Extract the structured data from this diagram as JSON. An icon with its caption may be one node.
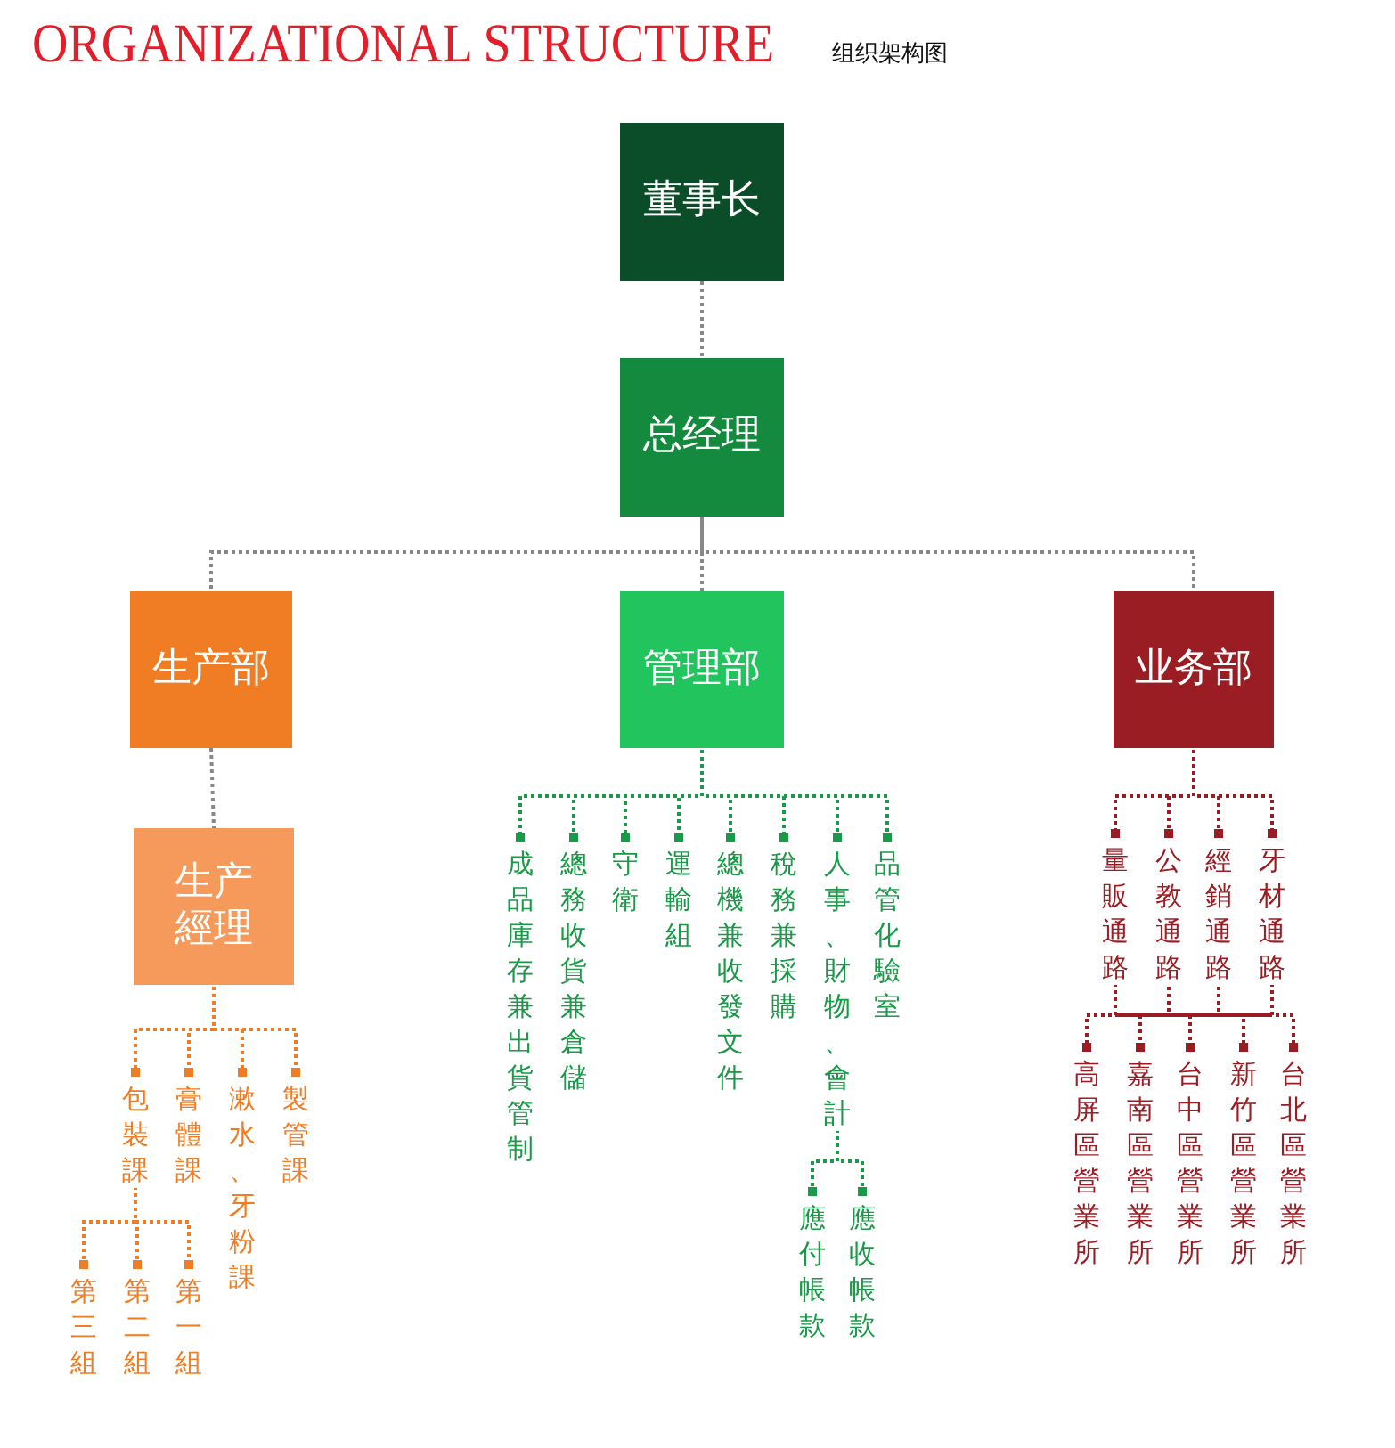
{
  "diagram": {
    "title": "ORGANIZATIONAL STRUCTURE",
    "labels": [
      "组织架构图"
    ],
    "nodes": [
      {
        "text": [
          "董事长"
        ]
      },
      {
        "text": [
          "总经理"
        ]
      },
      {
        "text": [
          "生产部"
        ]
      },
      {
        "text": [
          "管理部"
        ]
      },
      {
        "text": [
          "业务部"
        ]
      },
      {
        "text": [
          "生产經理"
        ]
      },
      {
        "text": [
          "包裝課"
        ]
      },
      {
        "text": [
          "膏體課"
        ]
      },
      {
        "text": [
          "漱水、牙粉課"
        ]
      },
      {
        "text": [
          "製管課"
        ]
      },
      {
        "text": [
          "第三組"
        ]
      },
      {
        "text": [
          "第二組"
        ]
      },
      {
        "text": [
          "第一組"
        ]
      },
      {
        "text": [
          "成品庫存兼出貨管制"
        ]
      },
      {
        "text": [
          "總務收貨兼倉儲"
        ]
      },
      {
        "text": [
          "守衛"
        ]
      },
      {
        "text": [
          "運輸組"
        ]
      },
      {
        "text": [
          "總機兼收發文件"
        ]
      },
      {
        "text": [
          "稅務兼採購"
        ]
      },
      {
        "text": [
          "人事、財物、會計"
        ]
      },
      {
        "text": [
          "品管化驗室"
        ]
      },
      {
        "text": [
          "應付帳款"
        ]
      },
      {
        "text": [
          "應收帳款"
        ]
      },
      {
        "text": [
          "量販通路"
        ]
      },
      {
        "text": [
          "公教通路"
        ]
      },
      {
        "text": [
          "經銷通路"
        ]
      },
      {
        "text": [
          "牙材通路"
        ]
      },
      {
        "text": [
          "高屏區營業所"
        ]
      },
      {
        "text": [
          "嘉南區營業所"
        ]
      },
      {
        "text": [
          "台中區營業所"
        ]
      },
      {
        "text": [
          "新竹區營業所"
        ]
      },
      {
        "text": [
          "台北區營業所"
        ]
      }
    ],
    "edges": [
      {
        "from": 0,
        "to": 1,
        "arrow": "none",
        "color": "#888888"
      },
      {
        "from": 1,
        "to": 2,
        "arrow": "none",
        "color": "#888888"
      },
      {
        "from": 1,
        "to": 3,
        "arrow": "none",
        "color": "#888888"
      },
      {
        "from": 1,
        "to": 4,
        "arrow": "none",
        "color": "#888888"
      },
      {
        "from": 2,
        "to": 5,
        "arrow": "none",
        "color": "#888888"
      },
      {
        "from": 5,
        "to": 6,
        "arrow": "other",
        "color": "#f07d24"
      },
      {
        "from": 5,
        "to": 7,
        "arrow": "other",
        "color": "#f07d24"
      },
      {
        "from": 5,
        "to": 8,
        "arrow": "other",
        "color": "#f07d24"
      },
      {
        "from": 5,
        "to": 9,
        "arrow": "other",
        "color": "#f07d24"
      },
      {
        "from": 6,
        "to": 10,
        "arrow": "other",
        "color": "#f07d24"
      },
      {
        "from": 6,
        "to": 11,
        "arrow": "other",
        "color": "#f07d24"
      },
      {
        "from": 6,
        "to": 12,
        "arrow": "other",
        "color": "#f07d24"
      },
      {
        "from": 3,
        "to": 13,
        "arrow": "other",
        "color": "#1a9a48"
      },
      {
        "from": 3,
        "to": 14,
        "arrow": "other",
        "color": "#1a9a48"
      },
      {
        "from": 3,
        "to": 15,
        "arrow": "other",
        "color": "#1a9a48"
      },
      {
        "from": 3,
        "to": 16,
        "arrow": "other",
        "color": "#1a9a48"
      },
      {
        "from": 3,
        "to": 17,
        "arrow": "other",
        "color": "#1a9a48"
      },
      {
        "from": 3,
        "to": 18,
        "arrow": "other",
        "color": "#1a9a48"
      },
      {
        "from": 3,
        "to": 19,
        "arrow": "other",
        "color": "#1a9a48"
      },
      {
        "from": 3,
        "to": 20,
        "arrow": "other",
        "color": "#1a9a48"
      },
      {
        "from": 19,
        "to": 21,
        "arrow": "other",
        "color": "#1a9a48"
      },
      {
        "from": 19,
        "to": 22,
        "arrow": "other",
        "color": "#1a9a48"
      },
      {
        "from": 4,
        "to": 23,
        "arrow": "other"
      },
      {
        "from": 4,
        "to": 24,
        "arrow": "other"
      },
      {
        "from": 4,
        "to": 25,
        "arrow": "other"
      },
      {
        "from": 4,
        "to": 26,
        "arrow": "other"
      },
      {
        "from": 23,
        "to": 27,
        "arrow": "other"
      },
      {
        "from": 23,
        "to": 28,
        "arrow": "other"
      },
      {
        "from": 23,
        "to": 29,
        "arrow": "other"
      },
      {
        "from": 23,
        "to": 30,
        "arrow": "other"
      },
      {
        "from": 23,
        "to": 31,
        "arrow": "other"
      },
      {
        "from": 24,
        "to": 27,
        "arrow": "other"
      },
      {
        "from": 24,
        "to": 28,
        "arrow": "other"
      },
      {
        "from": 24,
        "to": 29,
        "arrow": "other"
      },
      {
        "from": 24,
        "to": 30,
        "arrow": "other"
      },
      {
        "from": 24,
        "to": 31,
        "arrow": "other"
      },
      {
        "from": 25,
        "to": 27,
        "arrow": "other"
      },
      {
        "from": 25,
        "to": 28,
        "arrow": "other"
      },
      {
        "from": 25,
        "to": 29,
        "arrow": "other"
      },
      {
        "from": 25,
        "to": 30,
        "arrow": "other"
      },
      {
        "from": 25,
        "to": 31,
        "arrow": "other"
      },
      {
        "from": 26,
        "to": 27,
        "arrow": "other"
      },
      {
        "from": 26,
        "to": 28,
        "arrow": "other"
      },
      {
        "from": 26,
        "to": 29,
        "arrow": "other"
      },
      {
        "from": 26,
        "to": 30,
        "arrow": "other"
      },
      {
        "from": 26,
        "to": 31,
        "arrow": "other"
      }
    ]
  }
}
